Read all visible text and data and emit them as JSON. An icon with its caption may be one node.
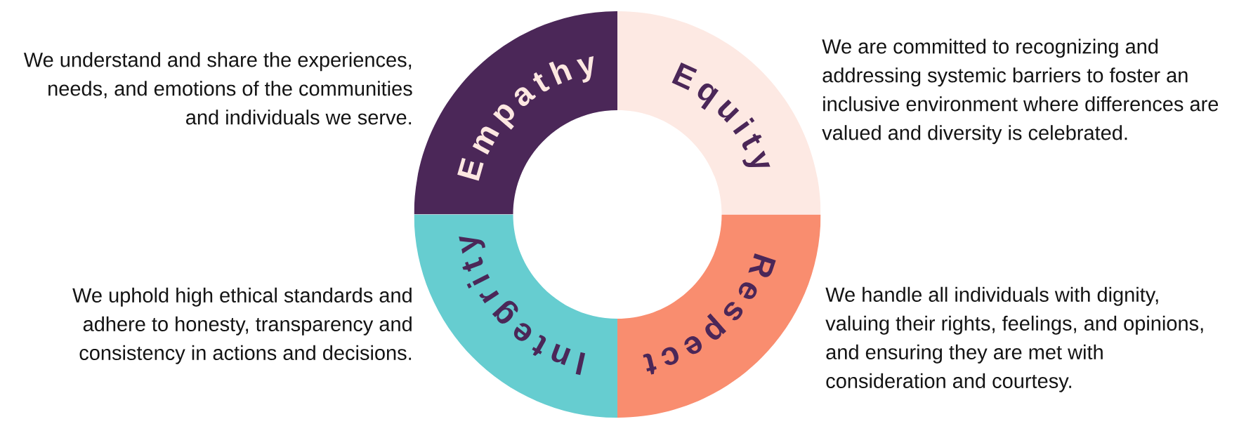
{
  "diagram": {
    "nodes": [
      {
        "text": [
          "Empathy"
        ],
        "beside": [
          "We understand and share the experiences, needs, and emotions of the communities and individuals we serve."
        ]
      },
      {
        "text": [
          "Equity"
        ],
        "beside": [
          "We are committed to recognizing and addressing systemic barriers to foster an inclusive environment where differences are valued and diversity is celebrated."
        ]
      },
      {
        "text": [
          "Integrity"
        ],
        "beside": [
          "We uphold high ethical standards and adhere to honesty, transparency and consistency in actions and decisions."
        ]
      },
      {
        "text": [
          "Respect"
        ],
        "beside": [
          "We handle all individuals with dignity, valuing their rights, feelings, and opinions, and ensuring they are met with consideration and courtesy."
        ]
      }
    ]
  }
}
